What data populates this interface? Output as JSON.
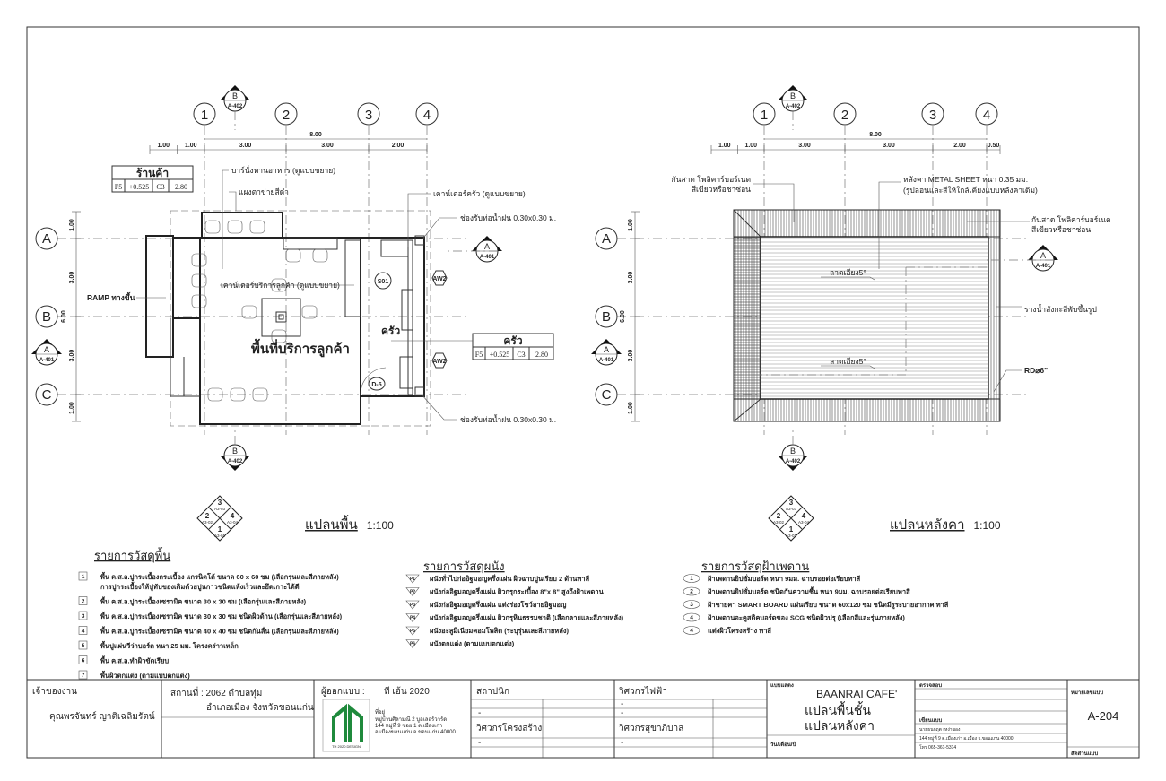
{
  "floor_plan": {
    "grid_columns": [
      "1",
      "2",
      "3",
      "4"
    ],
    "grid_rows": [
      "A",
      "B",
      "C"
    ],
    "dims_top_total": "8.00",
    "dims_top": [
      "1.00",
      "1.00",
      "3.00",
      "3.00",
      "2.00"
    ],
    "dims_left": [
      "1.00",
      "3.00",
      "6.00",
      "3.00",
      "1.00"
    ],
    "room_shop": {
      "name": "ร้านค้า",
      "cells": [
        "F5",
        "+0.525",
        "C3",
        "2.80"
      ]
    },
    "room_kitchen": {
      "name": "ครัว",
      "cells": [
        "F5",
        "+0.525",
        "C3",
        "2.80"
      ]
    },
    "notes": {
      "bar": "บาร์นั่งทานอาหาร (ดูแบบขยาย)",
      "mesh": "แผงตาข่ายสีดำ",
      "kitchen_counter": "เคาน์เตอร์ครัว (ดูแบบขยาย)",
      "drain_top": "ช่องรับท่อน้ำฝน 0.30x0.30 ม.",
      "drain_bottom": "ช่องรับท่อน้ำฝน 0.30x0.30 ม.",
      "service_counter": "เคาน์เตอร์บริการลูกค้า (ดูแบบขยาย)",
      "ramp": "RAMP ทางขึ้น",
      "service_area": "พื้นที่บริการลูกค้า",
      "kitchen": "ครัว"
    },
    "tags": {
      "s01": "S01",
      "aw2_a": "AW2",
      "aw2_b": "AW2",
      "d5": "D-5"
    },
    "section_b": {
      "letter": "B",
      "sheet": "A-402"
    },
    "section_a": {
      "letter": "A",
      "sheet": "A-401"
    },
    "title": "แปลนพื้น",
    "scale": "1:100"
  },
  "roof_plan": {
    "grid_columns": [
      "1",
      "2",
      "3",
      "4"
    ],
    "grid_rows": [
      "A",
      "B",
      "C"
    ],
    "dims_top_total": "8.00",
    "dims_top": [
      "1.00",
      "1.00",
      "3.00",
      "3.00",
      "2.00",
      "0.50"
    ],
    "dims_left": [
      "1.00",
      "3.00",
      "6.00",
      "3.00",
      "1.00"
    ],
    "notes": {
      "canopy_left_1": "กันสาด โพลิคาร์บอร์เนต",
      "canopy_left_2": "สีเขียวหรือชาซ่อน",
      "roof_1": "หลังคา METAL SHEET  หนา 0.35 มม.",
      "roof_2": "(รูปลอนและสีให้ใกล้เคียงแบบหลังคาเดิม)",
      "canopy_right_1": "กันสาด โพลิคาร์บอร์เนต",
      "canopy_right_2": "สีเขียวหรือชาซ่อน",
      "slope_1": "ลาดเอียง5°",
      "slope_2": "ลาดเอียง5°",
      "gutter": "รางน้ำสังกะสีพับขึ้นรูป",
      "rd": "RD⌀6\""
    },
    "section_b": {
      "letter": "B",
      "sheet": "A-402"
    },
    "section_a": {
      "letter": "A",
      "sheet": "A-401"
    },
    "title": "แปลนหลังคา",
    "scale": "1:100"
  },
  "key_marker": {
    "top": "3",
    "top_ref": "A3-03",
    "left": "2",
    "left_ref": "A3-02",
    "right": "4",
    "right_ref": "A3-04",
    "bottom": "1",
    "bottom_ref": "A3-01"
  },
  "legend_floor": {
    "title": "รายการวัสดุพื้น",
    "items": [
      {
        "tag": "1",
        "text": "พื้น ค.ส.ล.ปูกระเบื้องกระเบื้อง แกรนิตโต้ ขนาด 60 x 60 ซม (เลือกรุ่นและสีภายหลัง)",
        "text2": "การปูกระเบื้องให้ปูทับของเดิมด้วยปูนกาวชนิดแห้งเร็วและยึดเกาะได้ดี"
      },
      {
        "tag": "2",
        "text": "พื้น ค.ส.ล.ปูกระเบื้องเซรามิค ขนาด 30 x 30 ซม (เลือกรุ่นและสีภายหลัง)"
      },
      {
        "tag": "3",
        "text": "พื้น ค.ส.ล.ปูกระเบื้องเซรามิค ขนาด 30 x 30 ซม ชนิดผิวด้าน (เลือกรุ่นและสีภายหลัง)"
      },
      {
        "tag": "4",
        "text": "พื้น ค.ส.ล.ปูกระเบื้องเซรามิค ขนาด 40 x 40 ซม ชนิดกันลื่น (เลือกรุ่นและสีภายหลัง)"
      },
      {
        "tag": "5",
        "text": "พื้นปูแผ่นวีว่าบอร์ด หนา 25 มม. โครงคร่าวเหล็ก"
      },
      {
        "tag": "6",
        "text": "พื้น ค.ส.ล.ทำผิวขัดเรียบ"
      },
      {
        "tag": "7",
        "text": "พื้นผิวตกแต่ง (ตามแบบตกแต่ง)"
      }
    ]
  },
  "legend_wall": {
    "title": "รายการวัสดุผนัง",
    "items": [
      {
        "tag": "P1",
        "text": "ผนังทั่วไปก่ออิฐมอญครึ่งแผ่น ผิวฉาบปูนเรียบ 2 ด้านทาสี"
      },
      {
        "tag": "P2",
        "text": "ผนังก่ออิฐมอญครึ่งแผ่น ผิวกรุกระเบื้อง 8\"x 8\" สูงถึงฝ้าเพดาน"
      },
      {
        "tag": "P3",
        "text": "ผนังก่ออิฐมอญครึ่งแผ่น แต่งร่องโชว์ลายอิฐมอญ"
      },
      {
        "tag": "P4",
        "text": "ผนังก่ออิฐมอญครึ่งแผ่น ผิวกรุหินธรรมชาติ (เลือกลายและสีภายหลัง)"
      },
      {
        "tag": "P5",
        "text": "ผนังอะลูมิเนียมคอมโพสิต (ระบุรุ่นและสีภายหลัง)"
      },
      {
        "tag": "P6",
        "text": "ผนังตกแต่ง (ตามแบบตกแต่ง)"
      }
    ]
  },
  "legend_ceiling": {
    "title": "รายการวัสดุฝ้าเพดาน",
    "items": [
      {
        "tag": "1",
        "text": "ฝ้าเพดานยิปซั่มบอร์ด หนา 9มม.  ฉาบรอยต่อเรียบทาสี"
      },
      {
        "tag": "2",
        "text": "ฝ้าเพดานยิปซั่มบอร์ด ชนิดกันความชื้น หนา 9มม.  ฉาบรอยต่อเรียบทาสี"
      },
      {
        "tag": "3",
        "text": "ฝ้าชายคา SMART BOARD แผ่นเรียบ ขนาด 60x120 ซม  ชนิดมีรูระบายอากาศ ทาสี"
      },
      {
        "tag": "4",
        "text": "ฝ้าเพดานอะคูสติคบอร์ดของ SCG ชนิดผิวปรุ (เลือกสีและรุ่นภายหลัง)"
      },
      {
        "tag": "4",
        "text": "แต่งผิวโครงสร้าง ทาสี"
      }
    ]
  },
  "title_block": {
    "owner_label": "เจ้าของงาน",
    "owner": "คุณพรจันทร์  ญาติเฉลิมรัตน์",
    "location_1": "สถานที่ :  2062  ตำบลทุ่ม",
    "location_2": "อำเภอเมือง   จังหวัดขอนแก่น",
    "designer_label": "ผู้ออกแบบ :",
    "designer": "ที เฮ้น 2020",
    "logo_text": "TH 2020 DESIGN",
    "address_1": "ที่อยู่ :",
    "address_2": "หมู่บ้านศิลามณี 2 บูลเลอร์วาร์ด",
    "address_3": "144 หมู่ที่ 9 ซอย 1 ต.เมืองเก่า",
    "address_4": "อ.เมืองขอนแก่น จ.ขอนแก่น 40000",
    "architect_label": "สถาปนิก",
    "architect": "-",
    "structural_label": "วิศวกรโครงสร้าง",
    "structural": "-",
    "electrical_label": "วิศวกรไฟฟ้า",
    "electrical_1": "-",
    "electrical_2": "-",
    "sanitary_label": "วิศวกรสุขาภิบาล",
    "sanitary": "-",
    "drawing_label": "แบบแสดง",
    "project": "BAANRAI CAFE'",
    "drawing_1": "แปลนพื้นชั้น",
    "drawing_2": "แปลนหลังคา",
    "date_label": "วัน/เดือน/ปี",
    "checked_label": "ตรวจสอบ",
    "drawn_label": "เขียนแบบ",
    "drawn_name": "นายธนกฤต เหง่าของ",
    "drawn_address": "144 หมู่ที่ 9 ต.เมืองเก่า อ.เมือง จ.ขอนแก่น 40000",
    "drawn_phone": "โทร 065-361-5314",
    "sheet_label": "หมายเลขแบบ",
    "sheet_no": "A-204",
    "set_label": "สัดส่วนแบบ"
  },
  "colors": {
    "line": "#222222",
    "logo_green": "#1f8a3c"
  }
}
